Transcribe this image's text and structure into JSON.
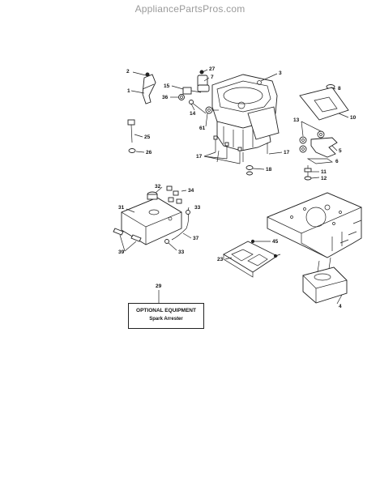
{
  "watermark": "AppliancePartsPros.com",
  "labels": {
    "l1": "1",
    "l2": "2",
    "l3": "3",
    "l4": "4",
    "l5": "5",
    "l6": "6",
    "l7": "7",
    "l8": "8",
    "l10": "10",
    "l11": "11",
    "l12": "12",
    "l13": "13",
    "l14": "14",
    "l15": "15",
    "l17a": "17",
    "l17b": "17",
    "l18": "18",
    "l23": "23",
    "l25": "25",
    "l26": "26",
    "l27": "27",
    "l29": "29",
    "l31": "31",
    "l32": "32",
    "l33a": "33",
    "l33b": "33",
    "l34": "34",
    "l36": "36",
    "l37": "37",
    "l39": "39",
    "l45": "45",
    "l61": "61"
  },
  "optional_box": {
    "title": "OPTIONAL EQUIPMENT",
    "subtitle": "Spark Arrester"
  }
}
